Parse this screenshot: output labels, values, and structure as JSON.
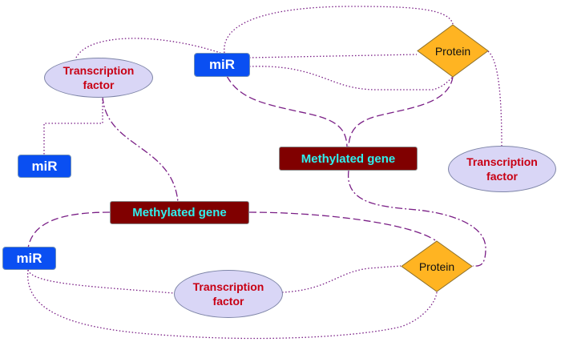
{
  "nodes": {
    "tf_top_left": "Transcription factor",
    "mir_top": "miR",
    "protein_top": "Protein",
    "mir_left": "miR",
    "methylated_center": "Methylated gene",
    "tf_right": "Transcription factor",
    "methylated_lower": "Methylated gene",
    "mir_bottom_left": "miR",
    "tf_bottom": "Transcription factor",
    "protein_bottom": "Protein"
  },
  "colors": {
    "mir_fill": "#0A4FF2",
    "tf_fill": "#D9D6F6",
    "tf_text": "#C80014",
    "methylated_fill": "#800000",
    "methylated_text": "#2EF0EE",
    "protein_fill": "#FFB422",
    "edge": "#7A1F86"
  },
  "icons": {
    "protein": "diamond-shape",
    "transcription_factor": "ellipse-shape",
    "mir": "rounded-rectangle",
    "methylated_gene": "rectangle"
  }
}
